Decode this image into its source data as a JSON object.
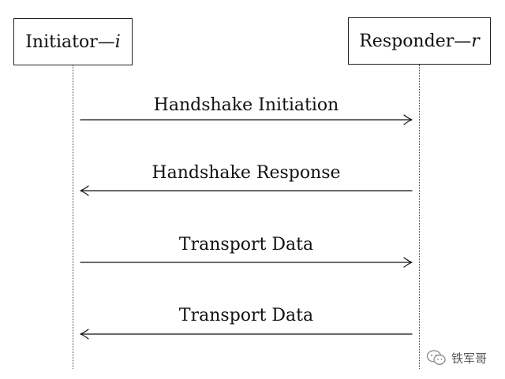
{
  "participants": {
    "initiator": {
      "name": "Initiator—",
      "var": "i"
    },
    "responder": {
      "name": "Responder—",
      "var": "r"
    }
  },
  "messages": [
    {
      "label": "Handshake Initiation",
      "direction": "right"
    },
    {
      "label": "Handshake Response",
      "direction": "left"
    },
    {
      "label": "Transport Data",
      "direction": "right"
    },
    {
      "label": "Transport Data",
      "direction": "left"
    }
  ],
  "watermark": {
    "text": "铁军哥",
    "icon": "wechat-icon"
  }
}
